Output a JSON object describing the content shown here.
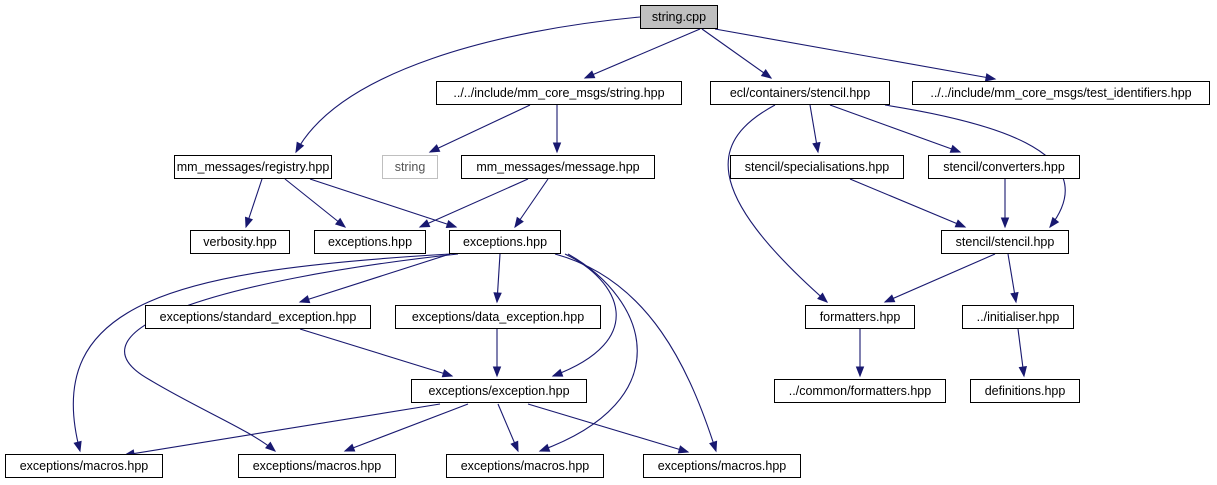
{
  "graph": {
    "nodes": {
      "root": "string.cpp",
      "mm_string": "../../include/mm_core_msgs/string.hpp",
      "stencil_ecl": "ecl/containers/stencil.hpp",
      "test_ids": "../../include/mm_core_msgs/test_identifiers.hpp",
      "registry": "mm_messages/registry.hpp",
      "std_string": "string",
      "message": "mm_messages/message.hpp",
      "specialisations": "stencil/specialisations.hpp",
      "converters": "stencil/converters.hpp",
      "verbosity": "verbosity.hpp",
      "exceptions_a": "exceptions.hpp",
      "exceptions_b": "exceptions.hpp",
      "stencil_stencil": "stencil/stencil.hpp",
      "standard_exception": "exceptions/standard_exception.hpp",
      "data_exception": "exceptions/data_exception.hpp",
      "formatters": "formatters.hpp",
      "initialiser": "../initialiser.hpp",
      "exception": "exceptions/exception.hpp",
      "common_formatters": "../common/formatters.hpp",
      "definitions": "definitions.hpp",
      "macros_1": "exceptions/macros.hpp",
      "macros_2": "exceptions/macros.hpp",
      "macros_3": "exceptions/macros.hpp",
      "macros_4": "exceptions/macros.hpp"
    }
  }
}
